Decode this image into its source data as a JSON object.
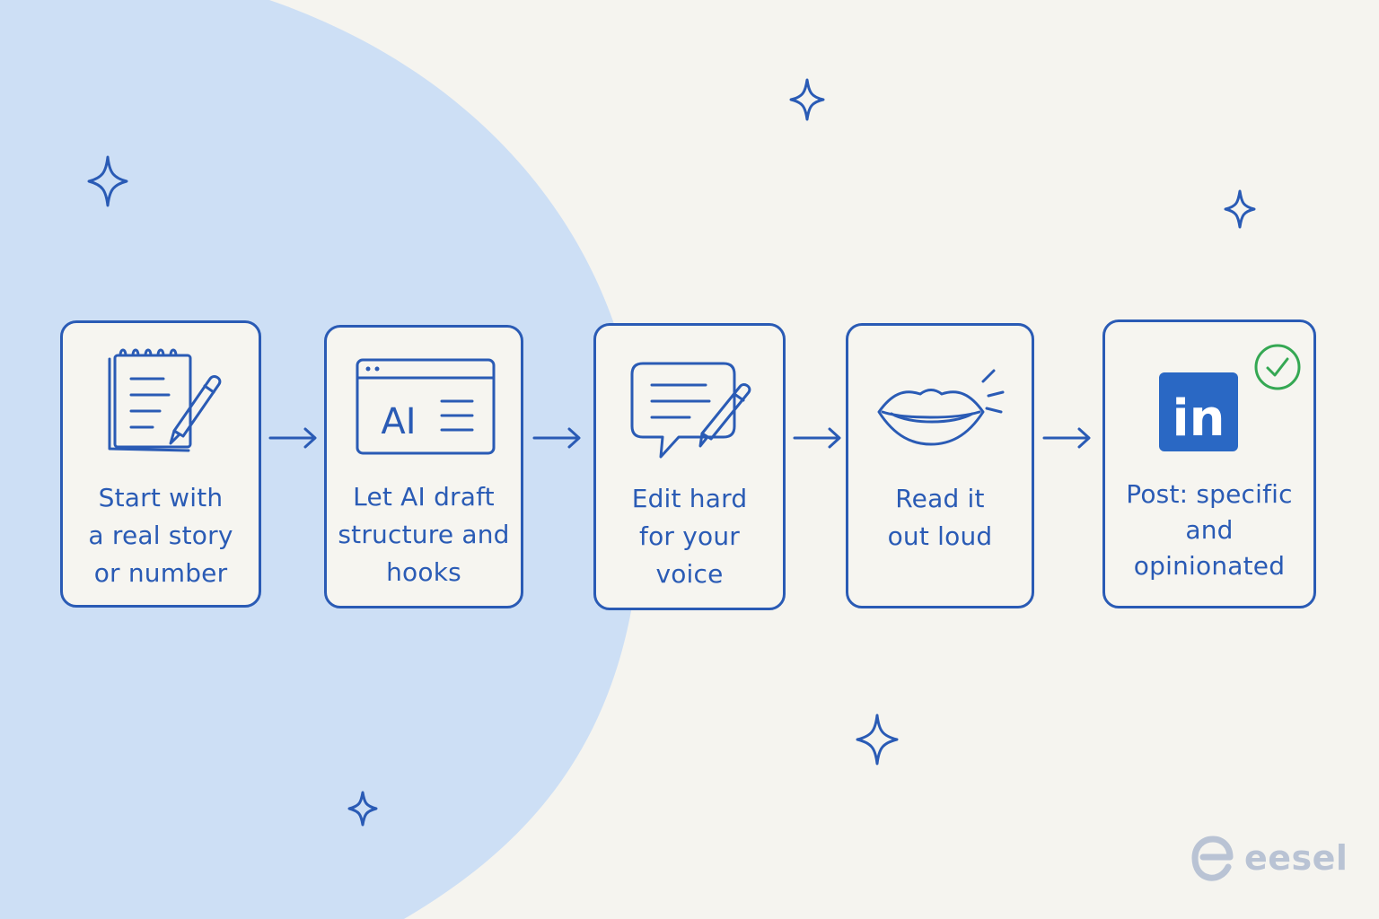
{
  "colors": {
    "background": "#f5f4ef",
    "blob": "#cddff5",
    "stroke": "#2a5bb5",
    "check": "#35a853",
    "brand": "#b9c3d4"
  },
  "steps": [
    {
      "icon": "notepad-pencil-icon",
      "lines": [
        "Start with",
        "a real story",
        "or number"
      ]
    },
    {
      "icon": "ai-window-icon",
      "icon_text": "AI",
      "lines": [
        "Let AI draft",
        "structure and",
        "hooks"
      ]
    },
    {
      "icon": "speech-bubble-pencil-icon",
      "lines": [
        "Edit hard",
        "for your",
        "voice"
      ]
    },
    {
      "icon": "lips-icon",
      "lines": [
        "Read it",
        "out loud"
      ]
    },
    {
      "icon": "linkedin-icon",
      "icon_text": "in",
      "badge_icon": "check-circle-icon",
      "lines": [
        "Post: specific",
        "and",
        "opinionated"
      ]
    }
  ],
  "brand": {
    "logo_icon": "eesel-logo-icon",
    "name": "eesel"
  }
}
